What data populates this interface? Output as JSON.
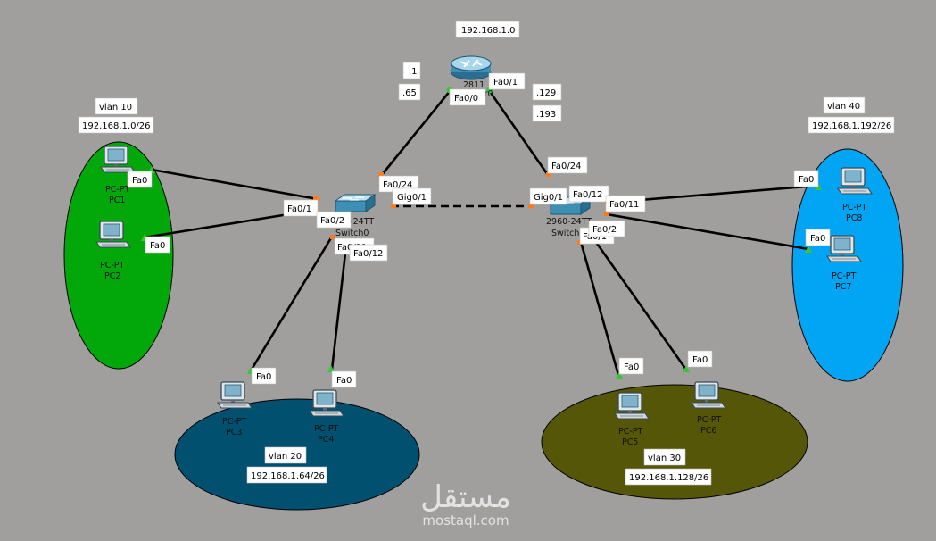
{
  "network": {
    "title": "192.168.1.0",
    "router": {
      "model": "2811",
      "name": "Router0",
      "port_left": "Fa0/0",
      "port_right": "Fa0/1",
      "addr_left_1": ".1",
      "addr_left_2": ".65",
      "addr_right_1": ".129",
      "addr_right_2": ".193"
    },
    "switch0": {
      "model": "2960-24TT",
      "name": "Switch0",
      "p_up": "Fa0/24",
      "p_gig": "Gig0/1",
      "p_pc1": "Fa0/1",
      "p_pc2": "Fa0/2",
      "p_pc3": "Fa0/11",
      "p_pc4": "Fa0/12"
    },
    "switch1": {
      "model": "2960-24TT",
      "name": "Switch1",
      "p_up": "Fa0/24",
      "p_gig": "Gig0/1",
      "p_pc8": "Fa0/11",
      "p_pc7": "Fa0/12",
      "p_pc6": "Fa0/2",
      "p_pc5": "Fa0/1"
    },
    "pc_type": "PC-PT",
    "pc_port": "Fa0",
    "pcs": {
      "pc1": "PC1",
      "pc2": "PC2",
      "pc3": "PC3",
      "pc4": "PC4",
      "pc5": "PC5",
      "pc6": "PC6",
      "pc7": "PC7",
      "pc8": "PC8"
    },
    "vlans": {
      "v10": {
        "name": "vlan 10",
        "subnet": "192.168.1.0/26",
        "color": "#02a80a"
      },
      "v20": {
        "name": "vlan 20",
        "subnet": "192.168.1.64/26",
        "color": "#02506f"
      },
      "v30": {
        "name": "vlan 30",
        "subnet": "192.168.1.128/26",
        "color": "#555607"
      },
      "v40": {
        "name": "vlan 40",
        "subnet": "192.168.1.192/26",
        "color": "#02a5f3"
      }
    }
  },
  "watermark": {
    "arabic": "مستقل",
    "latin": "mostaql.com"
  }
}
